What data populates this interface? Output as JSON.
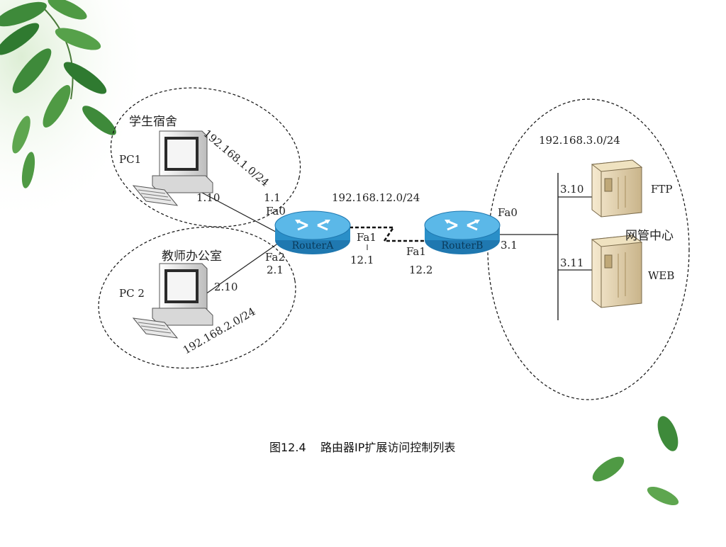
{
  "diagram": {
    "zones": {
      "student_dorm": {
        "title": "学生宿舍",
        "subnet": "192.168.1.0/24"
      },
      "teacher_office": {
        "title": "教师办公室",
        "subnet": "192.168.2.0/24"
      },
      "nms_center": {
        "title": "网管中心",
        "subnet": "192.168.3.0/24"
      }
    },
    "hosts": {
      "pc1": {
        "name": "PC1",
        "ip": "1.10"
      },
      "pc2": {
        "name": "PC 2",
        "ip": "2.10"
      },
      "ftp": {
        "name": "FTP",
        "ip": "3.10"
      },
      "web": {
        "name": "WEB",
        "ip": "3.11"
      }
    },
    "routers": {
      "router_a": {
        "name": "RouterA",
        "fa0": {
          "iface": "Fa0",
          "ip": "1.1"
        },
        "fa1": {
          "iface": "Fa1",
          "ip": "12.1"
        },
        "fa2": {
          "iface": "Fa2",
          "ip": "2.1"
        }
      },
      "router_b": {
        "name": "RouterB",
        "fa0": {
          "iface": "Fa0",
          "ip": "3.1"
        },
        "fa1": {
          "iface": "Fa1",
          "ip": "12.2"
        }
      }
    },
    "link_subnet": "192.168.12.0/24"
  },
  "caption": {
    "figure": "图12.4",
    "text": "路由器IP扩展访问控制列表"
  },
  "colors": {
    "router": "#2a8fc8",
    "router_top": "#5bb8e8",
    "leaf": "#3e8a3a",
    "leaf_light": "#7ab85a"
  }
}
